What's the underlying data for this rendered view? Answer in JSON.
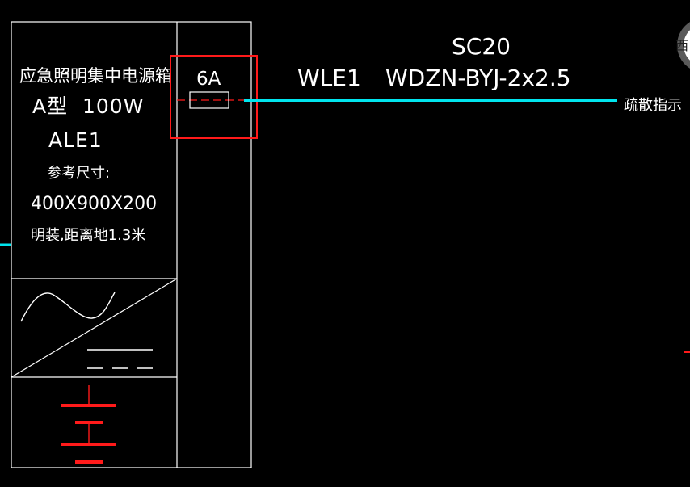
{
  "colors": {
    "background": "#000000",
    "outline": "#ffffff",
    "circuit_line": "#00e5ee",
    "highlight_box": "#ff1a1a",
    "battery_symbol": "#ff1a1a",
    "compass_badge": "#5a5a5a"
  },
  "panel": {
    "name_line": "应急照明集中电源箱",
    "type_line": "A型  100W",
    "code": "ALE1",
    "ref_size_label": "参考尺寸:",
    "dimensions": "400X900X200",
    "mounting": "明装,距离地1.3米"
  },
  "breaker": {
    "rating": "6A"
  },
  "circuit": {
    "conduit": "SC20",
    "id": "WLE1",
    "cable": "WDZN-BYJ-2x2.5",
    "load": "疏散指示"
  },
  "compass": {
    "label": "西"
  },
  "icons": {
    "inverter": "ac-dc-inverter-icon",
    "battery": "battery-icon",
    "fuse": "fuse-icon"
  }
}
